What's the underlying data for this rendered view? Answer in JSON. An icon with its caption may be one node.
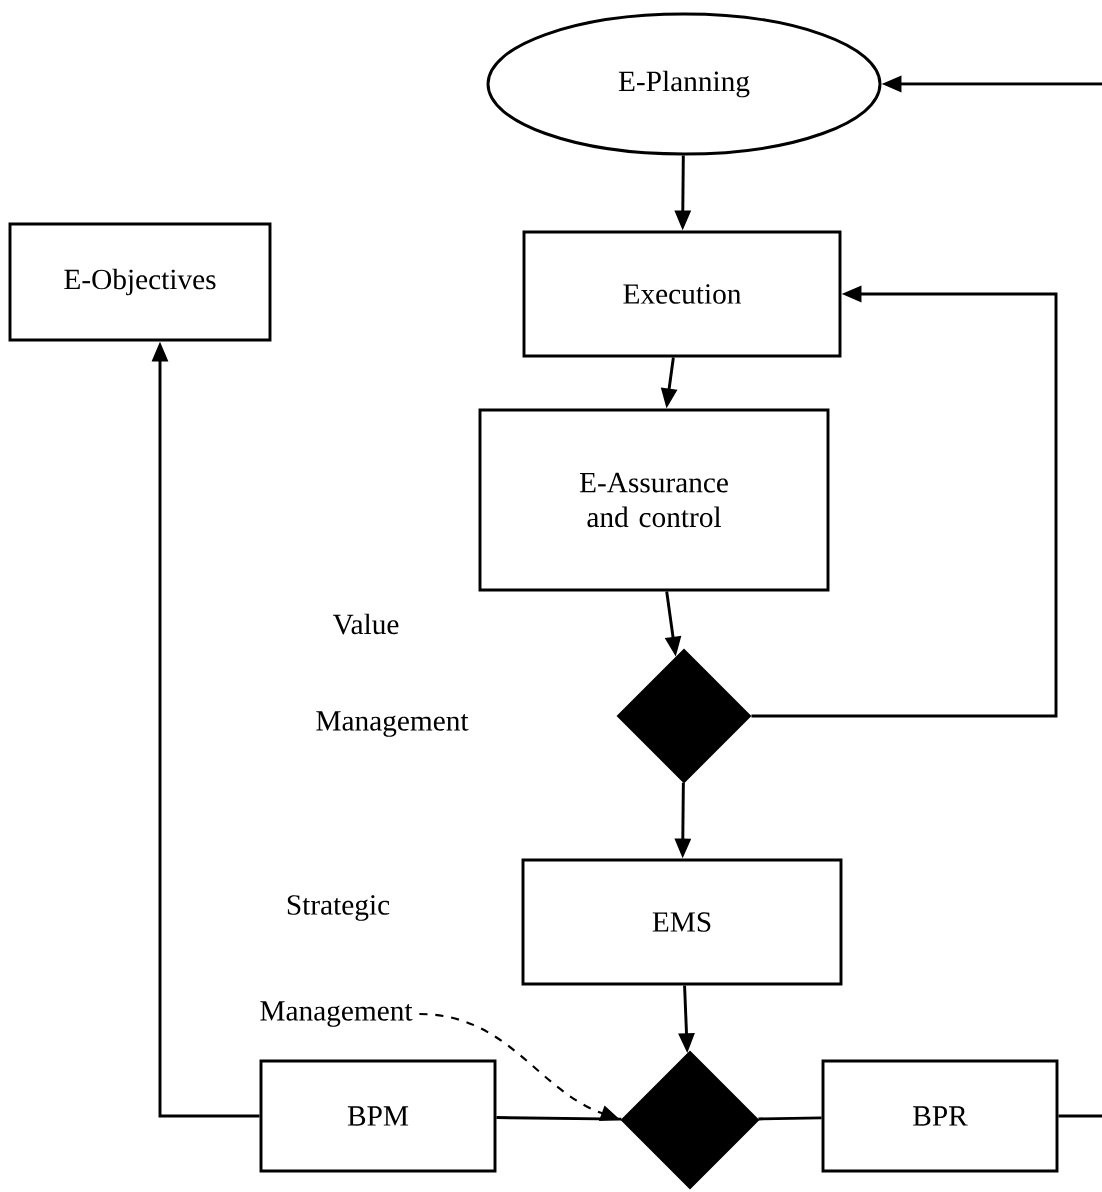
{
  "diagram": {
    "nodes": [
      {
        "text": [
          "E-Planning"
        ]
      },
      {
        "text": [
          "E-Objectives"
        ]
      },
      {
        "text": [
          "Execution"
        ]
      },
      {
        "text": [
          "E-Assurance and control"
        ]
      },
      {
        "text": [],
        "shape": "diamond"
      },
      {
        "text": [
          "EMS"
        ]
      },
      {
        "text": [
          "Management"
        ]
      },
      {
        "text": [
          "BPM"
        ]
      },
      {
        "text": [],
        "shape": "diamond"
      },
      {
        "text": [
          "BPR"
        ]
      }
    ],
    "edges": [
      {
        "from": null,
        "to": 0,
        "arrow": "to"
      },
      {
        "from": 0,
        "to": 2,
        "arrow": "to"
      },
      {
        "from": 2,
        "to": 3,
        "arrow": "to"
      },
      {
        "from": 3,
        "to": 4,
        "arrow": "to"
      },
      {
        "from": 4,
        "to": 2,
        "arrow": "to"
      },
      {
        "from": 4,
        "to": 5,
        "arrow": "to"
      },
      {
        "from": 5,
        "to": 8,
        "arrow": "to"
      },
      {
        "from": 6,
        "to": 8,
        "arrow": "to",
        "style": "dashed"
      },
      {
        "from": 8,
        "to": 7,
        "arrow": "none"
      },
      {
        "from": 7,
        "to": 1,
        "arrow": "to"
      },
      {
        "from": 8,
        "to": 9,
        "arrow": "none"
      },
      {
        "from": 9,
        "to": null,
        "arrow": "none"
      }
    ],
    "labels": [
      "Value",
      "Management",
      "Strategic"
    ]
  }
}
